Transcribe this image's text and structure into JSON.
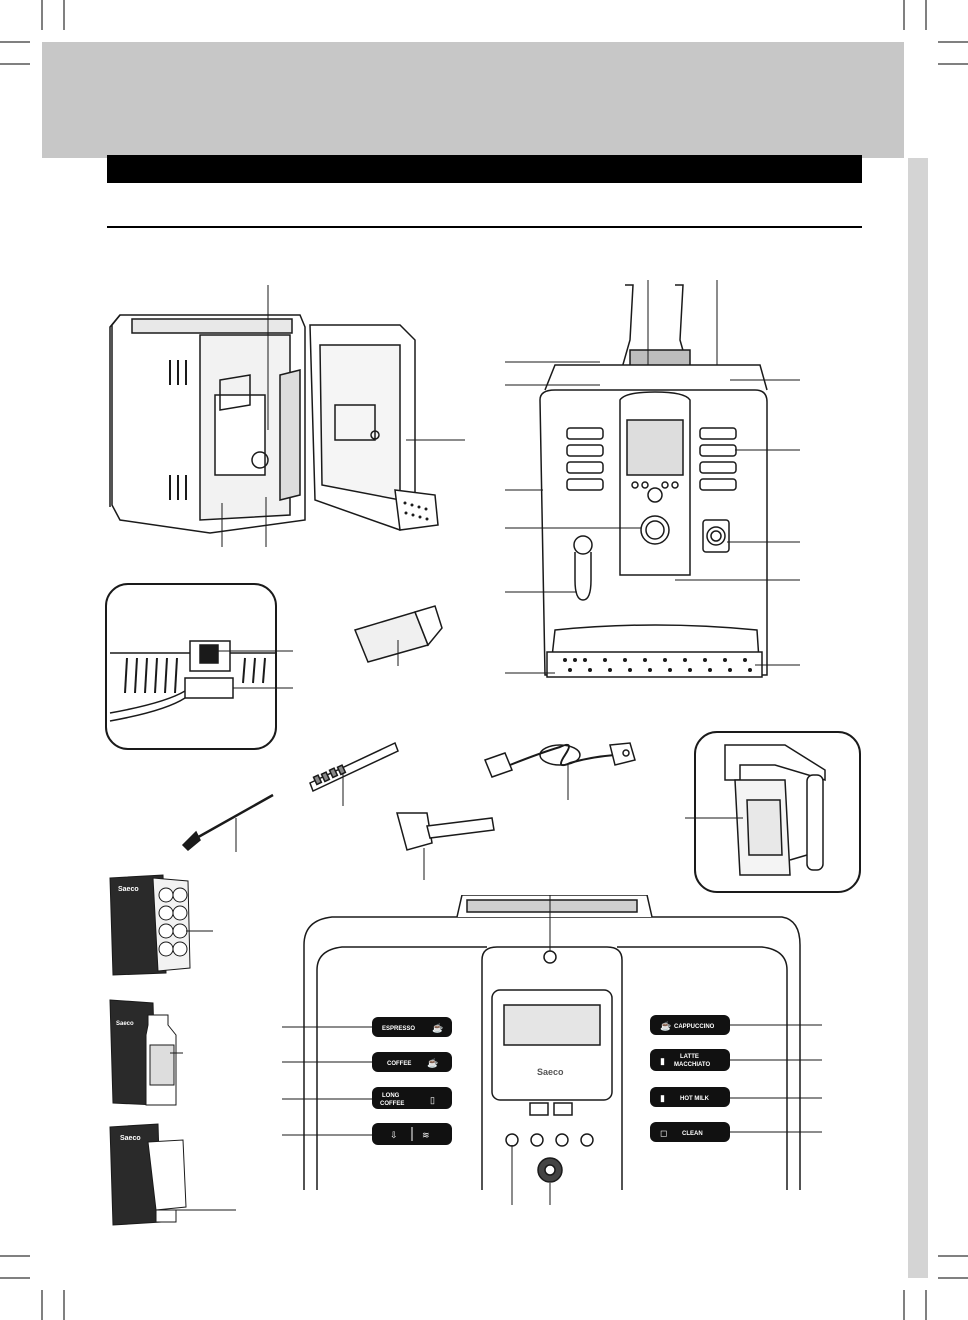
{
  "page": {
    "header_band_color": "#c7c7c7",
    "title_bar_color": "#000000",
    "side_tab_color": "#d4d4d4",
    "line_color": "#1a1a1a"
  },
  "control_panel": {
    "left_buttons": [
      "ESPRESSO",
      "COFFEE",
      "LONG",
      "COFFEE"
    ],
    "right_buttons": [
      "CAPPUCCINO",
      "LATTE",
      "MACCHIATO",
      "HOT MILK",
      "CLEAN"
    ],
    "brand": "Saeco"
  },
  "packs": {
    "brand": "Saeco"
  },
  "icons": [
    "espresso-cup-icon",
    "coffee-cup-icon",
    "long-coffee-mug-icon",
    "pre-ground-coffee-icon",
    "hot-water-icon",
    "cappuccino-cup-icon",
    "latte-glass-icon",
    "milk-jug-icon",
    "clean-cup-icon"
  ]
}
